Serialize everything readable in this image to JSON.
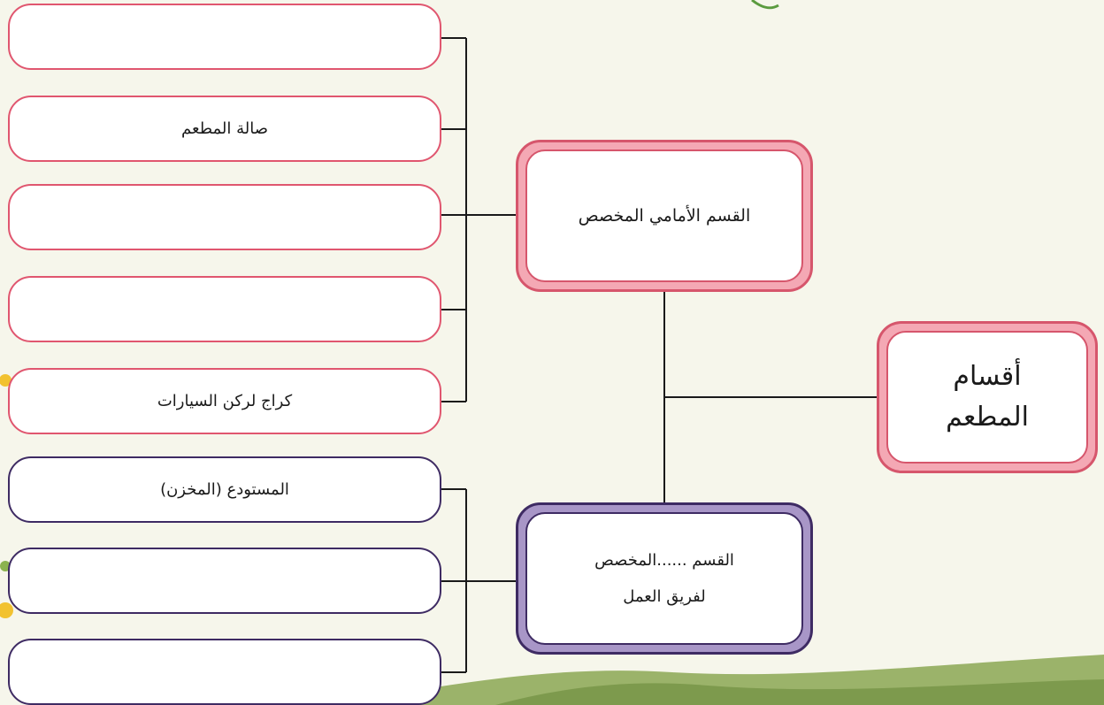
{
  "diagram": {
    "root": {
      "line1": "أقسام",
      "line2": "المطعم"
    },
    "front_section": {
      "label": "القسم الأمامي المخصص",
      "items": [
        "",
        "صالة المطعم",
        "",
        "",
        "كراج لركن السيارات"
      ]
    },
    "staff_section": {
      "line1": "القسم ......المخصص",
      "line2": "لفريق العمل",
      "items": [
        "المستودع (المخزن)",
        "",
        ""
      ]
    }
  },
  "colors": {
    "pink_border": "#e0566f",
    "pink_fill": "#f4a8b4",
    "purple_border": "#3e2b63",
    "purple_fill": "#a896c7",
    "background": "#f6f6eb"
  }
}
